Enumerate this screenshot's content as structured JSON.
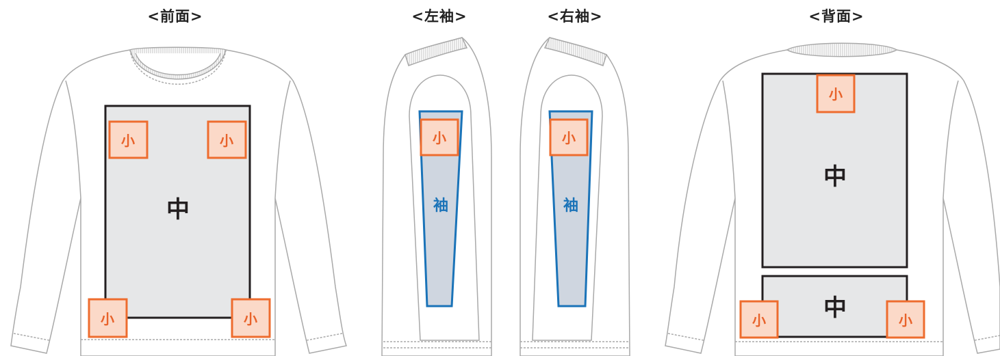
{
  "titles": {
    "front": "<前面>",
    "left_sleeve": "<左袖>",
    "right_sleeve": "<右袖>",
    "back": "<背面>"
  },
  "zones": {
    "small": "小",
    "medium": "中",
    "sleeve": "袖"
  },
  "colors": {
    "garment_outline": "#a9a9a9",
    "print_area_fill": "#e6e7e8",
    "print_area_border": "#231f20",
    "small_fill": "#fbd9c8",
    "small_border": "#ee6c2e",
    "small_text": "#e8622a",
    "sleeve_fill": "#cfd6e0",
    "sleeve_border": "#1a73b8",
    "sleeve_text": "#1a73b8"
  }
}
